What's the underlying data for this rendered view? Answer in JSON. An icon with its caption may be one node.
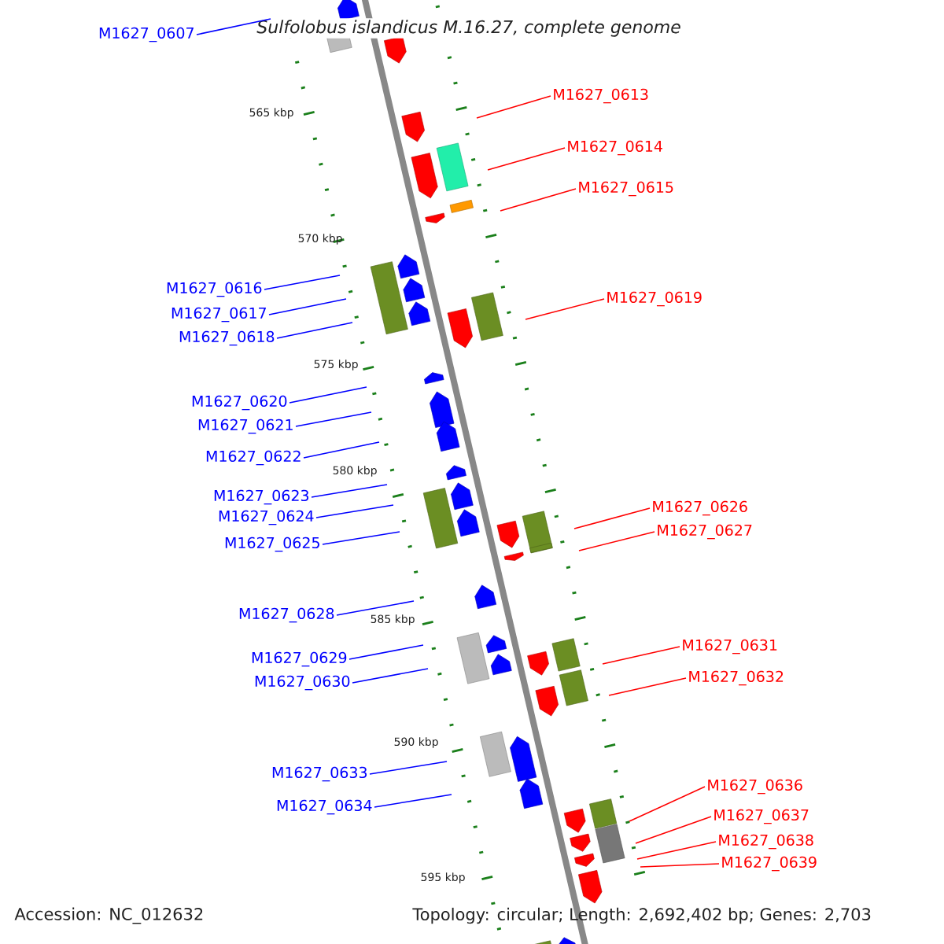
{
  "diagram": {
    "title": "Sulfolobus islandicus M.16.27, complete genome",
    "nodes": [
      {
        "text": [
          "M1627_0607"
        ]
      },
      {
        "text": [
          "M1627_0613"
        ]
      },
      {
        "text": [
          "M1627_0614"
        ]
      },
      {
        "text": [
          "M1627_0615"
        ]
      },
      {
        "text": [
          "M1627_0616"
        ]
      },
      {
        "text": [
          "M1627_0619"
        ]
      },
      {
        "text": [
          "M1627_0617"
        ]
      },
      {
        "text": [
          "M1627_0618"
        ]
      },
      {
        "text": [
          "M1627_0620"
        ]
      },
      {
        "text": [
          "M1627_0621"
        ]
      },
      {
        "text": [
          "M1627_0622"
        ]
      },
      {
        "text": [
          "M1627_0623"
        ]
      },
      {
        "text": [
          "M1627_0626"
        ]
      },
      {
        "text": [
          "M1627_0624"
        ]
      },
      {
        "text": [
          "M1627_0627"
        ]
      },
      {
        "text": [
          "M1627_0625"
        ]
      },
      {
        "text": [
          "M1627_0628"
        ]
      },
      {
        "text": [
          "M1627_0631"
        ]
      },
      {
        "text": [
          "M1627_0629"
        ]
      },
      {
        "text": [
          "M1627_0632"
        ]
      },
      {
        "text": [
          "M1627_0630"
        ]
      },
      {
        "text": [
          "M1627_0633"
        ]
      },
      {
        "text": [
          "M1627_0636"
        ]
      },
      {
        "text": [
          "M1627_0634"
        ]
      },
      {
        "text": [
          "M1627_0637"
        ]
      },
      {
        "text": [
          "M1627_0638"
        ]
      },
      {
        "text": [
          "M1627_0639"
        ]
      }
    ],
    "edges": [
      {
        "from": 0,
        "to": null,
        "arrow": "none"
      },
      {
        "from": 1,
        "to": null,
        "arrow": "none",
        "color": "#ff0000"
      },
      {
        "from": 2,
        "to": null,
        "arrow": "none",
        "color": "#ff0000"
      },
      {
        "from": 3,
        "to": null,
        "arrow": "none",
        "color": "#ff0000"
      },
      {
        "from": 4,
        "to": null,
        "arrow": "none"
      },
      {
        "from": 5,
        "to": null,
        "arrow": "none",
        "color": "#ff0000"
      },
      {
        "from": 6,
        "to": null,
        "arrow": "none"
      },
      {
        "from": 7,
        "to": null,
        "arrow": "none"
      },
      {
        "from": 8,
        "to": null,
        "arrow": "none"
      },
      {
        "from": 9,
        "to": null,
        "arrow": "none"
      },
      {
        "from": 10,
        "to": null,
        "arrow": "none"
      },
      {
        "from": 11,
        "to": null,
        "arrow": "none"
      },
      {
        "from": 12,
        "to": null,
        "arrow": "none",
        "color": "#ff0000"
      },
      {
        "from": 13,
        "to": null,
        "arrow": "none"
      },
      {
        "from": 14,
        "to": null,
        "arrow": "none",
        "color": "#ff0000"
      },
      {
        "from": 15,
        "to": null,
        "arrow": "none"
      },
      {
        "from": 16,
        "to": null,
        "arrow": "none"
      },
      {
        "from": 17,
        "to": null,
        "arrow": "none",
        "color": "#ff0000"
      },
      {
        "from": 18,
        "to": null,
        "arrow": "none"
      },
      {
        "from": 19,
        "to": null,
        "arrow": "none",
        "color": "#ff0000"
      },
      {
        "from": 20,
        "to": null,
        "arrow": "none"
      },
      {
        "from": 21,
        "to": null,
        "arrow": "none"
      },
      {
        "from": 22,
        "to": null,
        "arrow": "none",
        "color": "#ff0000"
      },
      {
        "from": 23,
        "to": null,
        "arrow": "none"
      },
      {
        "from": 24,
        "to": null,
        "arrow": "none",
        "color": "#ff0000"
      },
      {
        "from": 25,
        "to": null,
        "arrow": "none",
        "color": "#ff0000"
      },
      {
        "from": 26,
        "to": null,
        "arrow": "none",
        "color": "#ff0000"
      }
    ],
    "labels": [
      "565 kbp",
      "570 kbp",
      "575 kbp",
      "580 kbp",
      "585 kbp",
      "590 kbp",
      "595 kbp",
      "Accession: NC_012632",
      "Topology: circular; Length: 2,692,402 bp; Genes: 2,703"
    ]
  }
}
